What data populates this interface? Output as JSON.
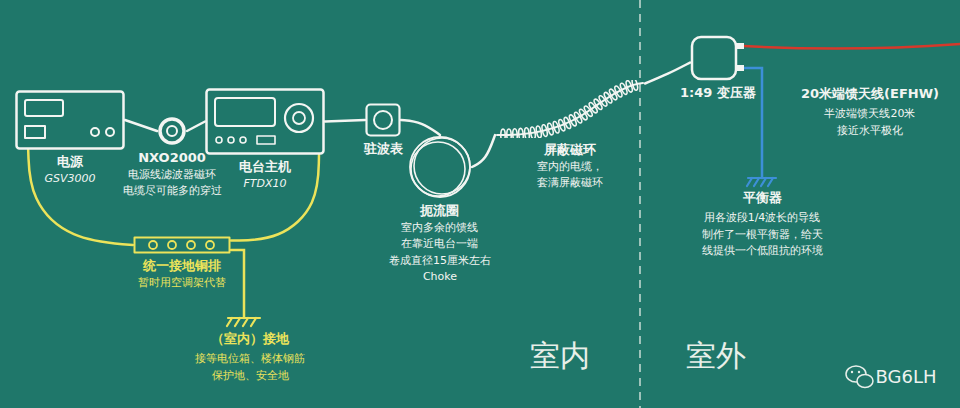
{
  "diagram": {
    "nodes": [
      {
        "text": [
          "电源",
          "GSV3000"
        ]
      },
      {
        "text": [
          "NXO2000",
          "电源线滤波器磁环 电缆尽可能多的穿过"
        ]
      },
      {
        "text": [
          "电台主机",
          "FTDX10"
        ]
      },
      {
        "text": [
          "驻波表"
        ]
      },
      {
        "text": [
          "扼流圈",
          "室内多余的馈线 在靠近电台一端 卷成直径15厘米左右 Choke"
        ]
      },
      {
        "text": [
          "屏蔽磁环",
          "室内的电缆， 套满屏蔽磁环"
        ]
      },
      {
        "text": [
          "1:49 变压器"
        ]
      },
      {
        "text": [
          "统一接地铜排",
          "暂时用空调架代替"
        ]
      }
    ],
    "edges": [
      {
        "from": 0,
        "to": 1,
        "arrow": "none"
      },
      {
        "from": 1,
        "to": 2,
        "arrow": "none"
      },
      {
        "from": 2,
        "to": 3,
        "arrow": "none"
      },
      {
        "from": 3,
        "to": 4,
        "arrow": "none"
      },
      {
        "from": 4,
        "to": 5,
        "arrow": "none"
      },
      {
        "from": 5,
        "to": 6,
        "arrow": "none"
      },
      {
        "from": 0,
        "to": 7,
        "arrow": "none"
      },
      {
        "from": 2,
        "to": 7,
        "arrow": "none"
      }
    ],
    "labels": [
      "20米端馈天线(EFHW)",
      "半波端馈天线20米 接近水平极化",
      "平衡器",
      "用各波段1/4波长的导线 制作了一根平衡器，给天 线提供一个低阻抗的环境",
      "（室内）接地",
      "接等电位箱、楼体钢筋 保护地、安全地",
      "室内",
      "室外",
      "BG6LH"
    ]
  }
}
